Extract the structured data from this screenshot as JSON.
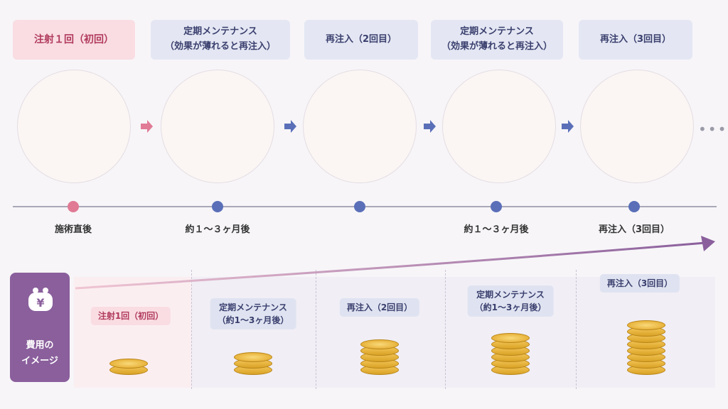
{
  "steps": [
    {
      "label": "注射１回（初回）",
      "style": "pink"
    },
    {
      "label": "定期メンテナンス\n（効果が薄れると再注入）",
      "style": "blue"
    },
    {
      "label": "再注入（2回目）",
      "style": "blue"
    },
    {
      "label": "定期メンテナンス\n（効果が薄れると再注入）",
      "style": "blue"
    },
    {
      "label": "再注入（3回目）",
      "style": "blue"
    }
  ],
  "timeline": {
    "labels": [
      "施術直後",
      "約１～３ヶ月後",
      "",
      "約１～３ヶ月後",
      "再注入（3回目）"
    ]
  },
  "continuation": "•••",
  "cost": {
    "side_label": "費用の\nイメージ",
    "currency_symbol": "¥",
    "tags": [
      "注射1回（初回）",
      "定期メンテナンス\n（約1～3ヶ月後）",
      "再注入（2回目）",
      "定期メンテナンス\n（約1～3ヶ月後）",
      "再注入（3回目）"
    ],
    "coin_counts": [
      2,
      3,
      5,
      6,
      8
    ]
  },
  "colors": {
    "pink": "#e07a95",
    "blue": "#5a6fb8",
    "purple": "#8a5f9c"
  },
  "icons": [
    "syringe-icon",
    "sparkle-icon",
    "arrow-right-icon",
    "purse-icon",
    "coin-icon"
  ]
}
